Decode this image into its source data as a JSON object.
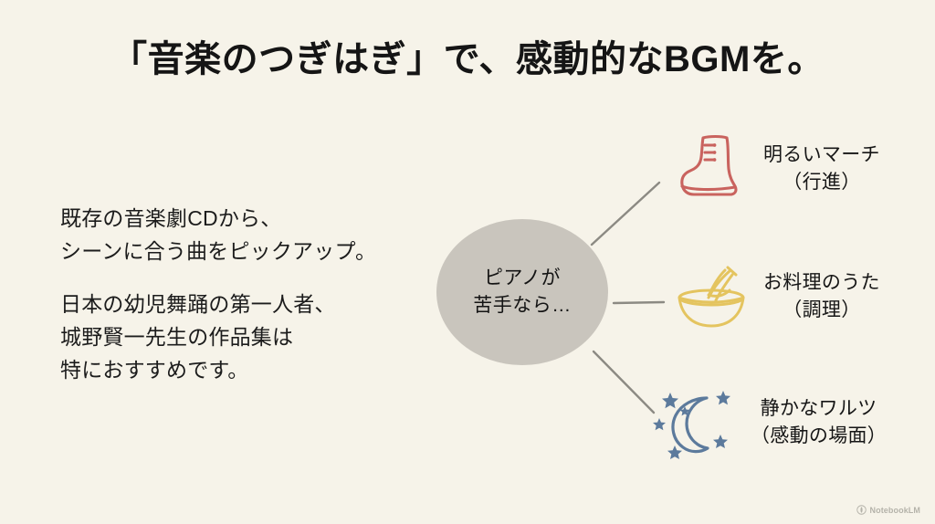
{
  "slide": {
    "background_color": "#F6F3E9",
    "title": "「音楽のつぎはぎ」で、感動的なBGMを。"
  },
  "left_copy": {
    "paragraphs": [
      {
        "lines": [
          "既存の音楽劇CDから、",
          "シーンに合う曲をピックアップ。"
        ]
      },
      {
        "lines": [
          "日本の幼児舞踊の第一人者、",
          "城野賢一先生の作品集は",
          "特におすすめです。"
        ]
      }
    ]
  },
  "center_node": {
    "fill_color": "#C9C5BD",
    "lines": [
      "ピアノが",
      "苦手なら…"
    ]
  },
  "branches": [
    {
      "id": "march",
      "icon": "boot-icon",
      "icon_color": "#C9635E",
      "lines": [
        "明るいマーチ",
        "（行進）"
      ]
    },
    {
      "id": "cooking",
      "icon": "mixing-bowl-whisk-icon",
      "icon_color": "#E4C45F",
      "lines": [
        "お料理のうた",
        "（調理）"
      ]
    },
    {
      "id": "waltz",
      "icon": "crescent-moon-stars-icon",
      "icon_color": "#5C7A9C",
      "lines": [
        "静かなワルツ",
        "（感動の場面）"
      ]
    }
  ],
  "connector_color": "#8C8A83",
  "watermark": {
    "label": "NotebookLM",
    "icon": "notebooklm-logo-icon"
  }
}
